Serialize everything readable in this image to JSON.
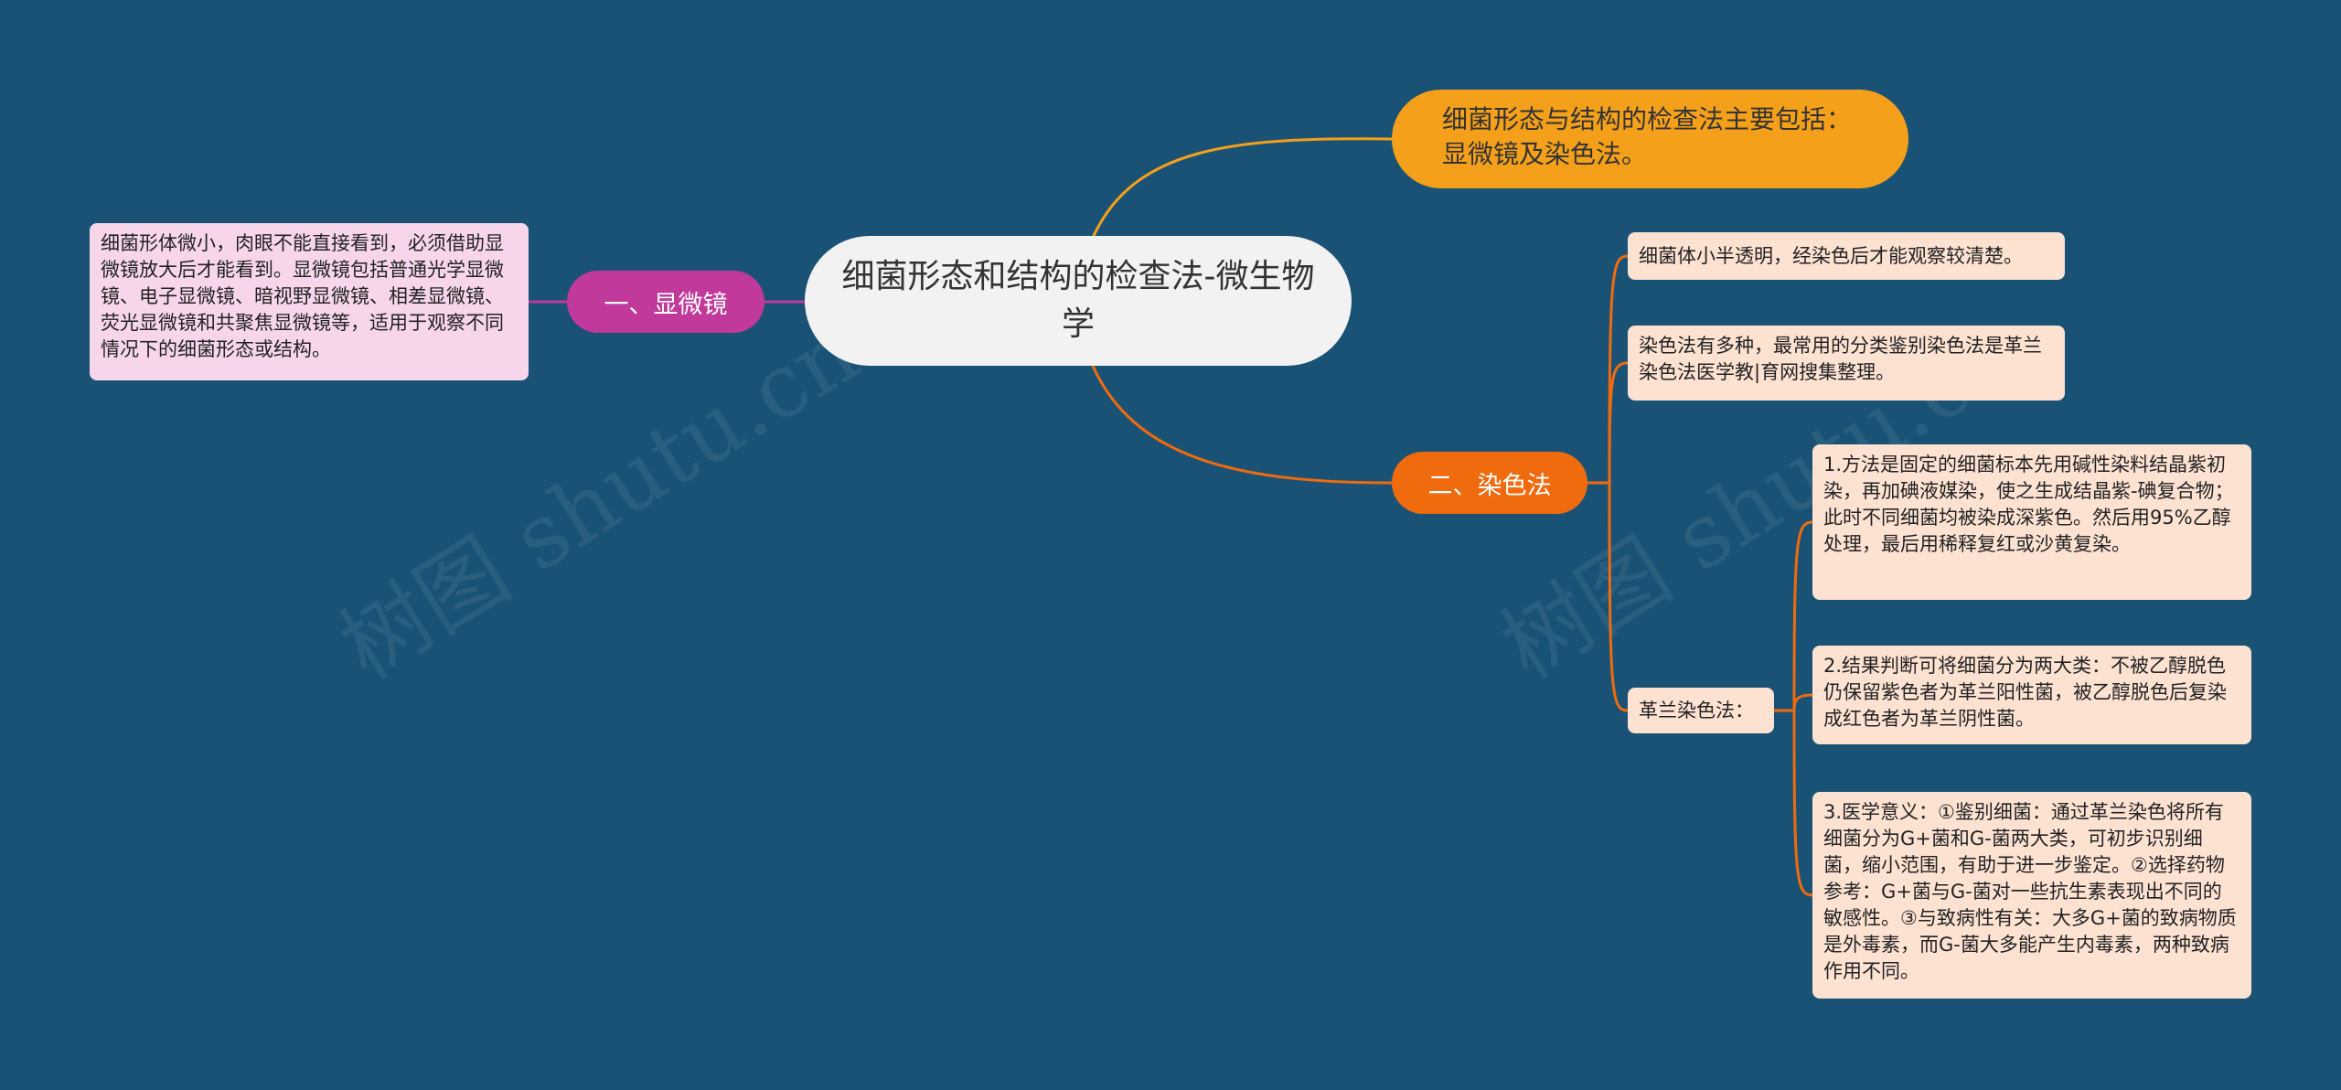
{
  "watermarks": [
    "树图 shutu.cn",
    "树图 shutu.cn"
  ],
  "central": {
    "title": "细菌形态和结构的检查法-微生物学"
  },
  "top_note": {
    "text": "细菌形态与结构的检查法主要包括：显微镜及染色法。"
  },
  "branch_microscope": {
    "label": "一、显微镜",
    "detail": "细菌形体微小，肉眼不能直接看到，必须借助显微镜放大后才能看到。显微镜包括普通光学显微镜、电子显微镜、暗视野显微镜、相差显微镜、荧光显微镜和共聚焦显微镜等，适用于观察不同情况下的细菌形态或结构。"
  },
  "branch_staining": {
    "label": "二、染色法",
    "item1": "细菌体小半透明，经染色后才能观察较清楚。",
    "item2": "染色法有多种，最常用的分类鉴别染色法是革兰染色法医学教|育网搜集整理。",
    "gram": {
      "label": "革兰染色法：",
      "steps": [
        "1.方法是固定的细菌标本先用碱性染料结晶紫初染，再加碘液媒染，使之生成结晶紫-碘复合物；此时不同细菌均被染成深紫色。然后用95%乙醇处理，最后用稀释复红或沙黄复染。",
        "2.结果判断可将细菌分为两大类：不被乙醇脱色仍保留紫色者为革兰阳性菌，被乙醇脱色后复染成红色者为革兰阴性菌。",
        "3.医学意义：①鉴别细菌：通过革兰染色将所有细菌分为G+菌和G-菌两大类，可初步识别细菌，缩小范围，有助于进一步鉴定。②选择药物参考：G+菌与G-菌对一些抗生素表现出不同的敏感性。③与致病性有关：大多G+菌的致病物质是外毒素，而G-菌大多能产生内毒素，两种致病作用不同。"
      ]
    }
  },
  "colors": {
    "background": "#1a5276",
    "central": "#f2f2f2",
    "top_note": "#f5a01a",
    "microscope": "#c0399b",
    "staining": "#f06a0e",
    "leaf_pink": "#f7d6ec",
    "leaf_peach": "#fde2d2"
  }
}
